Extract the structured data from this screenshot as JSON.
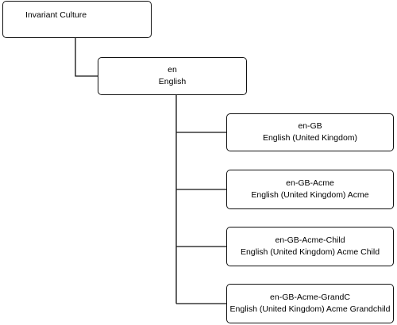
{
  "diagram": {
    "root": {
      "label": "Invariant Culture"
    },
    "en": {
      "code": "en",
      "name": "English"
    },
    "children": [
      {
        "code": "en-GB",
        "name": "English (United Kingdom)"
      },
      {
        "code": "en-GB-Acme",
        "name": "English (United Kingdom) Acme"
      },
      {
        "code": "en-GB-Acme-Child",
        "name": "English (United Kingdom) Acme Child"
      },
      {
        "code": "en-GB-Acme-GrandC",
        "name": "English (United Kingdom) Acme Grandchild"
      }
    ]
  }
}
